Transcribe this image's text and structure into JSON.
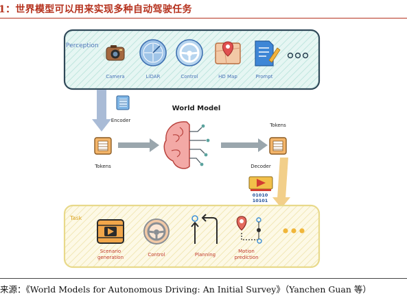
{
  "figure": {
    "title": "1：世界模型可以用来实现多种自动驾驶任务",
    "source": "来源：《World Models for Autonomous Driving: An Initial Survey》（Yanchen Guan 等）"
  },
  "perception": {
    "label": "Perception",
    "items": [
      "Camera",
      "LiDAR",
      "Control",
      "HD Map",
      "Prompt"
    ],
    "more": "ooo"
  },
  "model": {
    "title": "World Model",
    "encoder": "Encoder",
    "tokens_left": "Tokens",
    "tokens_right": "Tokens",
    "decoder": "Decoder",
    "binary_top": "01010",
    "binary_bottom": "10101"
  },
  "task": {
    "label": "Task",
    "items": [
      "Scenario generation",
      "Control",
      "Planning",
      "Motion prediction"
    ],
    "scenario_line1": "Scenario",
    "scenario_line2": "generation",
    "motion_line1": "Motion",
    "motion_line2": "prediction"
  },
  "colors": {
    "accent_red": "#b5311d",
    "perception_border": "#2f4858",
    "perception_fill": "#d9f1ee",
    "task_border": "#e8d98a",
    "task_fill": "#fbf6de",
    "label_blue": "#4a73b8",
    "task_label": "#d9a21b",
    "arrow_gray": "#9aa6ad",
    "arrow_blue": "#a9bbd6",
    "arrow_yellow": "#f2cf8a"
  }
}
